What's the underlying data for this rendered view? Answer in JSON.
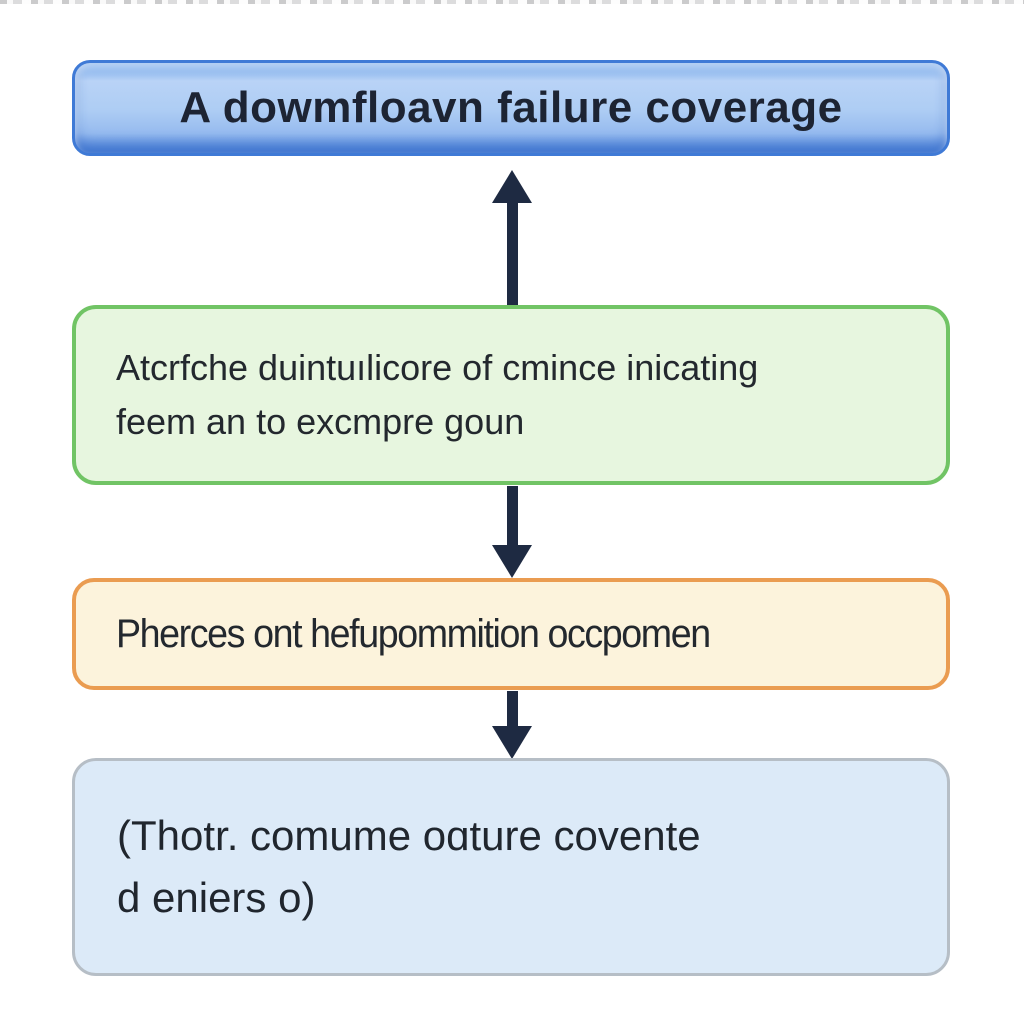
{
  "diagram": {
    "title_box": {
      "text": "A dowmfloavn failure coverage"
    },
    "boxes": [
      {
        "name": "green-box",
        "lines": [
          "Atcrfche duintuılicore of cmince inicating",
          "feem an to excmpre goun"
        ]
      },
      {
        "name": "orange-box",
        "lines": [
          "Pherces ont hefupommition occpomen"
        ]
      },
      {
        "name": "bottom-blue-box",
        "lines": [
          "(Thotr. comume oɑture covente",
          "d eniers o)"
        ]
      }
    ],
    "arrows": [
      {
        "name": "arrow-green-to-title",
        "direction": "up"
      },
      {
        "name": "arrow-green-to-orange",
        "direction": "down"
      },
      {
        "name": "arrow-orange-to-bottom",
        "direction": "down"
      }
    ],
    "colors": {
      "title_fill_light": "#b9d3f6",
      "title_fill_dark": "#5c8fdf",
      "title_border": "#3f7ad6",
      "title_text": "#1d2433",
      "green_fill": "#e7f6df",
      "green_border": "#71c465",
      "orange_fill": "#fcf3dc",
      "orange_border": "#ea9c51",
      "bottom_fill": "#dceaf8",
      "bottom_border": "#b6bec6",
      "arrow": "#1e2a42",
      "body_text": "#23282e",
      "background": "#ffffff"
    }
  }
}
